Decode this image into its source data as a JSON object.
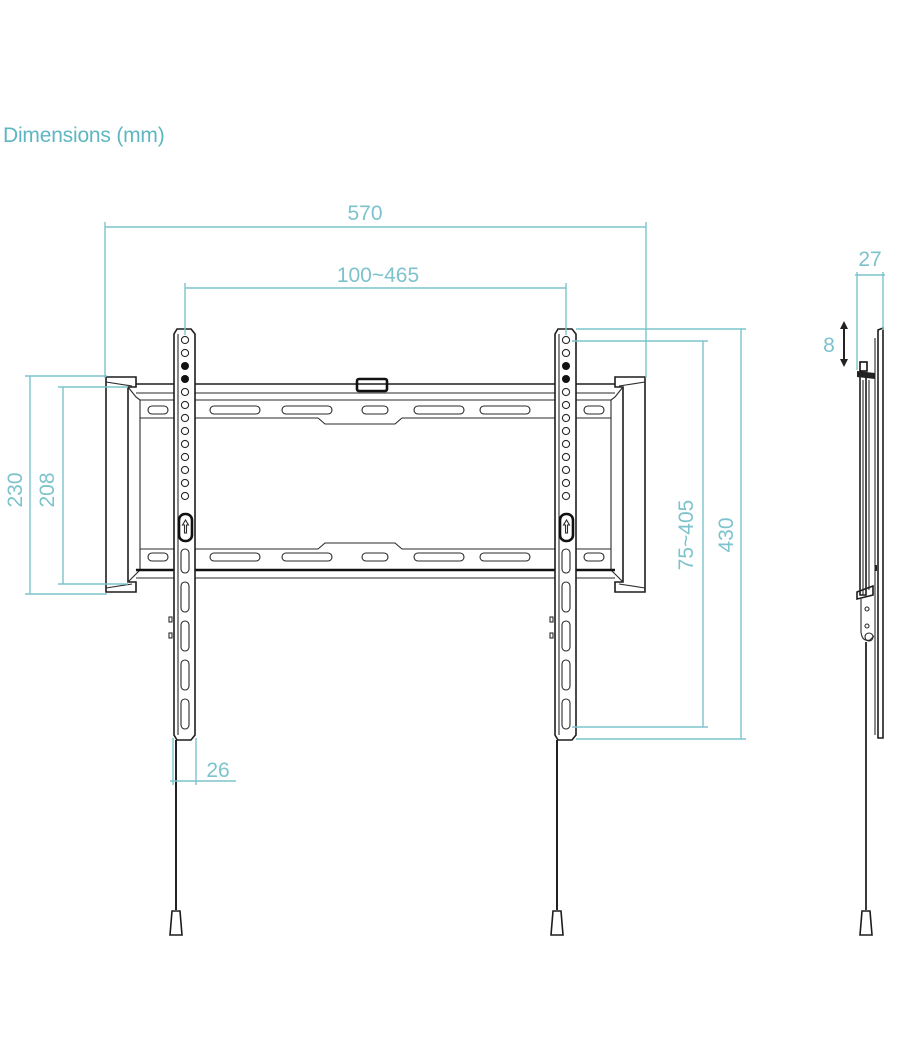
{
  "title": "Dimensions (mm)",
  "colors": {
    "dimension_lines": "#7cc3cc",
    "title_text": "#5fb6c2",
    "drawing_ink": "#1d1d1d",
    "background": "#ffffff"
  },
  "front_view": {
    "dimensions": {
      "overall_width": "570",
      "vesa_horizontal": "100~465",
      "wall_plate_height": "230",
      "wall_plate_inner_height": "208",
      "vesa_vertical": "75~405",
      "arm_height": "430",
      "arm_width": "26"
    }
  },
  "side_view": {
    "dimensions": {
      "depth": "27",
      "vertical_adjust": "8"
    }
  }
}
